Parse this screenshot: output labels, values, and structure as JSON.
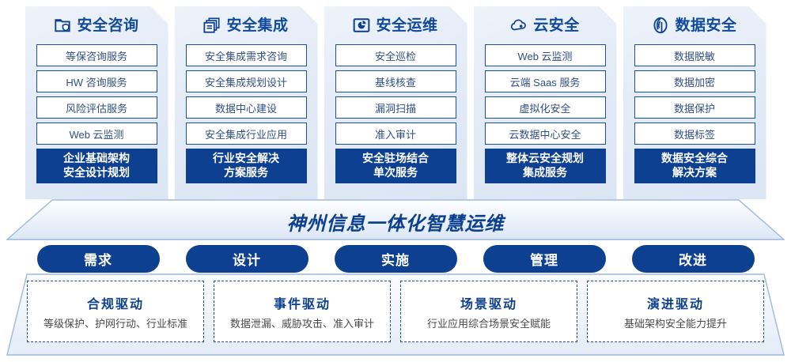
{
  "pillars": [
    {
      "icon": "folder-shield-icon",
      "title": "安全咨询",
      "items": [
        "等保咨询服务",
        "HW 咨询服务",
        "风险评估服务",
        "Web 云监测"
      ],
      "highlight": [
        "企业基础架构",
        "安全设计规划"
      ]
    },
    {
      "icon": "stacked-windows-icon",
      "title": "安全集成",
      "items": [
        "安全集成需求咨询",
        "安全集成规划设计",
        "数据中心建设",
        "安全集成行业应用"
      ],
      "highlight": [
        "行业安全解决",
        "方案服务"
      ]
    },
    {
      "icon": "monitor-chart-icon",
      "title": "安全运维",
      "items": [
        "安全巡检",
        "基线核查",
        "漏洞扫描",
        "准入审计"
      ],
      "highlight": [
        "安全驻场结合",
        "单次服务"
      ]
    },
    {
      "icon": "cloud-icon",
      "title": "云安全",
      "items": [
        "Web 云监测",
        "云端 Saas 服务",
        "虚拟化安全",
        "云数据中心安全"
      ],
      "highlight": [
        "整体云安全规划",
        "集成服务"
      ]
    },
    {
      "icon": "fingerprint-icon",
      "title": "数据安全",
      "items": [
        "数据脱敏",
        "数据加密",
        "数据保护",
        "数据标签"
      ],
      "highlight": [
        "数据安全综合",
        "解决方案"
      ]
    }
  ],
  "banner": {
    "text": "神州信息一体化智慧运维"
  },
  "pills": [
    {
      "label": "需求"
    },
    {
      "label": "设计"
    },
    {
      "label": "实施"
    },
    {
      "label": "管理"
    },
    {
      "label": "改进"
    }
  ],
  "drivers": [
    {
      "title": "合规驱动",
      "sub": "等级保护、护网行动、行业标准"
    },
    {
      "title": "事件驱动",
      "sub": "数据泄漏、威胁攻击、准入审计"
    },
    {
      "title": "场景驱动",
      "sub": "行业应用综合场景安全赋能"
    },
    {
      "title": "演进驱动",
      "sub": "基础架构安全能力提升"
    }
  ],
  "colors": {
    "navy": "#0d4091",
    "border_blue": "#1b51a4",
    "title_blue": "#114a9c",
    "panel_bg": "#e3ebf6"
  }
}
